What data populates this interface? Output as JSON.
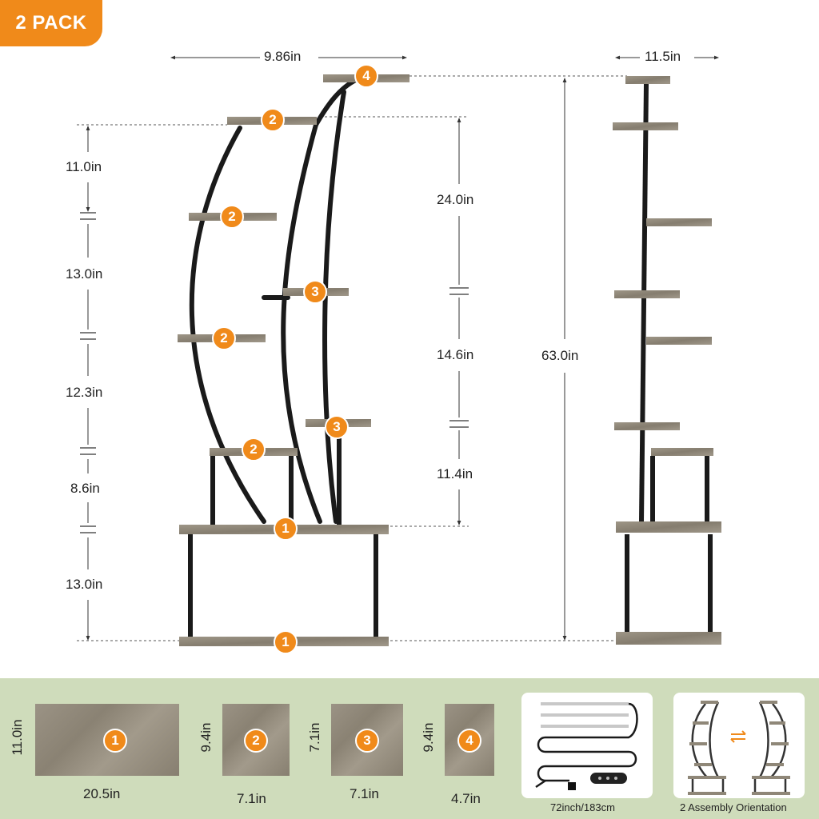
{
  "pack_badge": "2 PACK",
  "front": {
    "width": "9.86in",
    "left_heights": [
      "11.0in",
      "13.0in",
      "12.3in",
      "8.6in",
      "13.0in"
    ],
    "right_heights": [
      "24.0in",
      "14.6in",
      "11.4in"
    ],
    "total_height": "63.0in",
    "shelf_markers": [
      "4",
      "2",
      "2",
      "3",
      "2",
      "3",
      "2",
      "1",
      "1"
    ]
  },
  "side": {
    "depth": "11.5in"
  },
  "boards": [
    {
      "marker": "1",
      "height": "11.0in",
      "width": "20.5in"
    },
    {
      "marker": "2",
      "height": "9.4in",
      "width": "7.1in"
    },
    {
      "marker": "3",
      "height": "7.1in",
      "width": "7.1in"
    },
    {
      "marker": "4",
      "height": "9.4in",
      "width": "4.7in"
    }
  ],
  "led_caption": "72inch/183cm",
  "orientation_caption": "2 Assembly Orientation",
  "colors": {
    "accent": "#f08a1a",
    "band": "#cfdcbb",
    "wood": "#8f8778",
    "frame": "#1a1a1a"
  }
}
